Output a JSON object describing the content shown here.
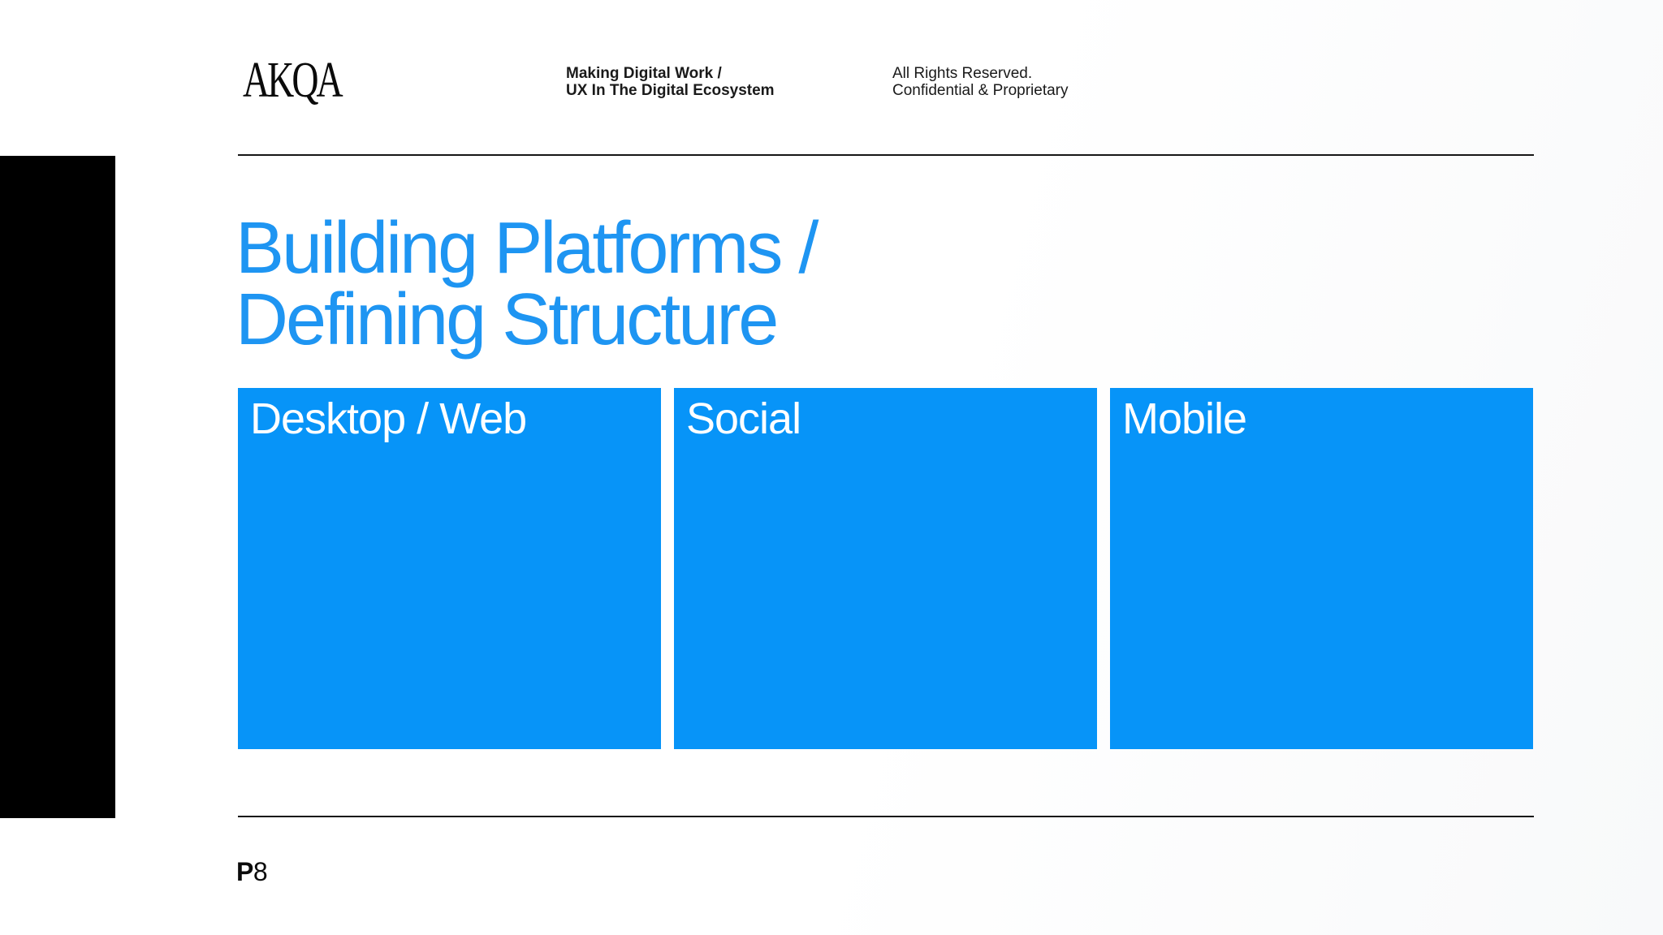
{
  "header": {
    "logo_text": "AKQA",
    "deck_title_line1": "Making Digital Work /",
    "deck_title_line2": "UX In The Digital Ecosystem",
    "rights_line1": "All Rights Reserved.",
    "rights_line2": "Confidential & Proprietary"
  },
  "title": {
    "line1": "Building Platforms /",
    "line2": "Defining Structure"
  },
  "platforms": [
    {
      "label": "Desktop / Web"
    },
    {
      "label": "Social"
    },
    {
      "label": "Mobile"
    }
  ],
  "footer": {
    "page_prefix": "P",
    "page_number": "8"
  },
  "colors": {
    "platform_card_blue": "#0794f8",
    "title_blue": "#1e95f2",
    "accent_bar_black": "#000000",
    "rule_color": "#161616",
    "card_label_white": "#ffffff"
  }
}
